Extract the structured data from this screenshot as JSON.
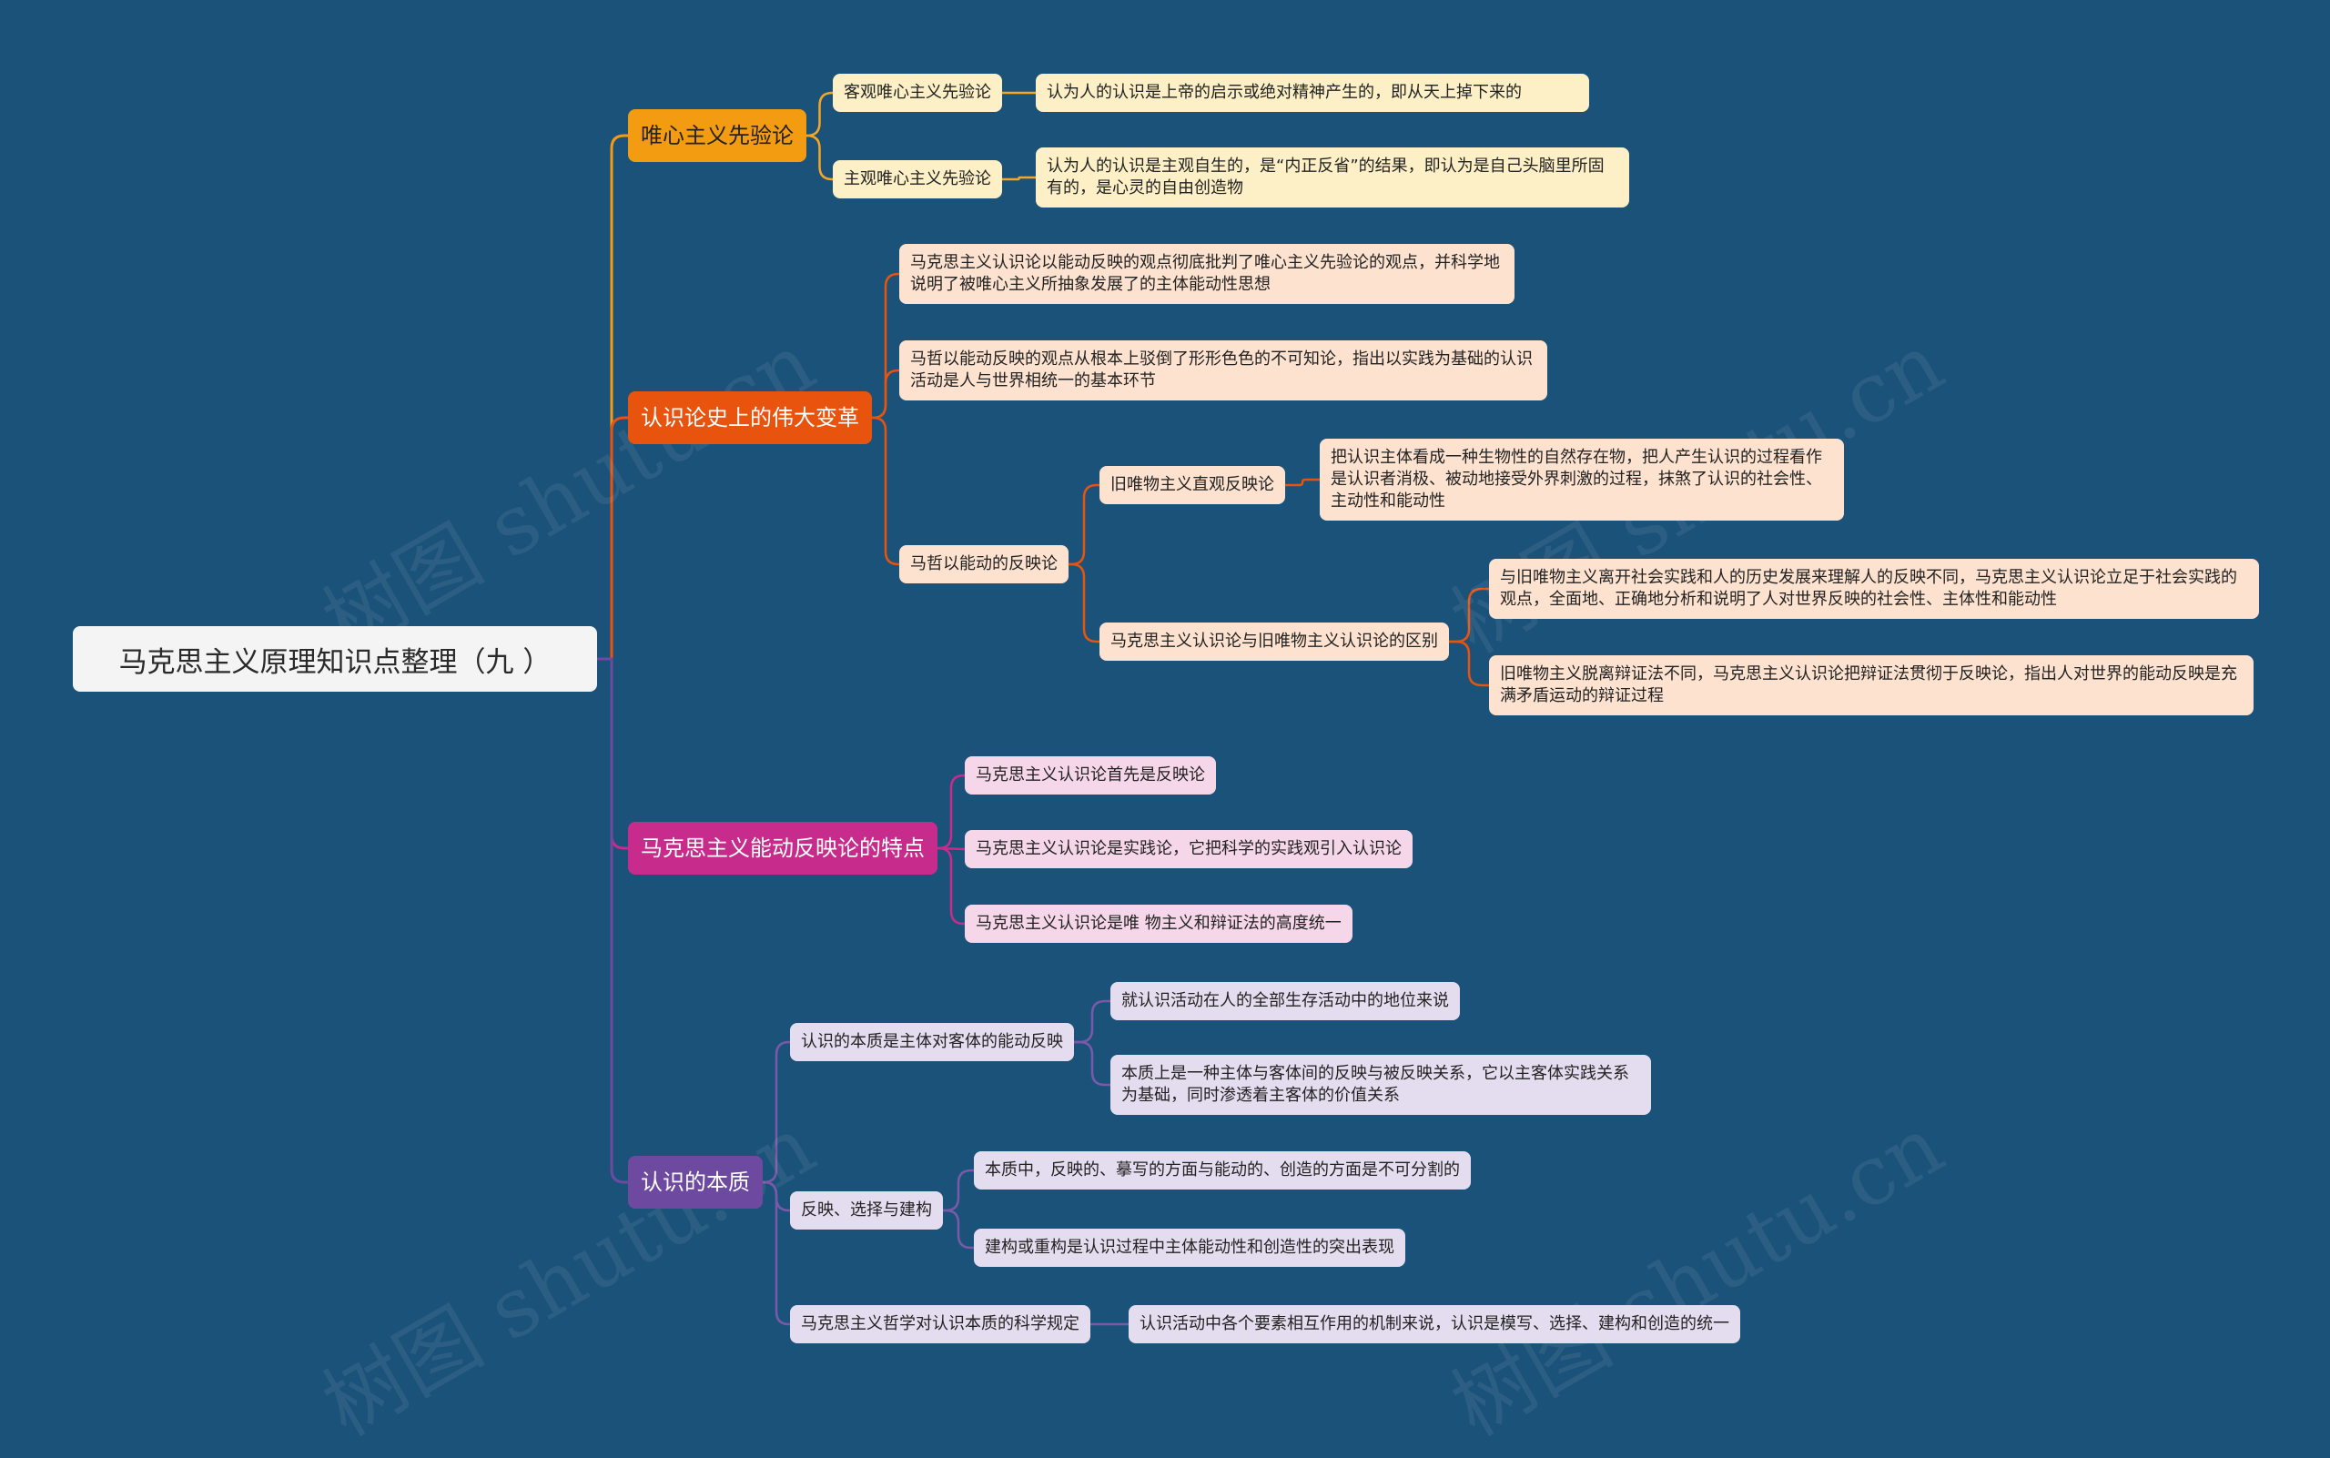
{
  "root": {
    "label": "马克思主义原理知识点整理（九 ）"
  },
  "branches": {
    "b1": {
      "label": "唯心主义先验论",
      "items": [
        {
          "label": "客观唯心主义先验论",
          "detail": "认为人的认识是上帝的启示或绝对精神产生的，即从天上掉下来的"
        },
        {
          "label": "主观唯心主义先验论",
          "detail": "认为人的认识是主观自生的，是“内正反省”的结果，即认为是自己头脑里所固有的，是心灵的自由创造物"
        }
      ]
    },
    "b2": {
      "label": "认识论史上的伟大变革",
      "items": [
        {
          "label": "马克思主义认识论以能动反映的观点彻底批判了唯心主义先验论的观点，并科学地说明了被唯心主义所抽象发展了的主体能动性思想"
        },
        {
          "label": "马哲以能动反映的观点从根本上驳倒了形形色色的不可知论，指出以实践为基础的认识活动是人与世界相统一的基本环节"
        },
        {
          "label": "马哲以能动的反映论",
          "children": [
            {
              "label": "旧唯物主义直观反映论",
              "detail": "把认识主体看成一种生物性的自然存在物，把人产生认识的过程看作是认识者消极、被动地接受外界刺激的过程，抹煞了认识的社会性、主动性和能动性"
            },
            {
              "label": "马克思主义认识论与旧唯物主义认识论的区别",
              "details": [
                "与旧唯物主义离开社会实践和人的历史发展来理解人的反映不同，马克思主义认识论立足于社会实践的观点，全面地、正确地分析和说明了人对世界反映的社会性、主体性和能动性",
                "旧唯物主义脱离辩证法不同，马克思主义认识论把辩证法贯彻于反映论，指出人对世界的能动反映是充满矛盾运动的辩证过程"
              ]
            }
          ]
        }
      ]
    },
    "b3": {
      "label": "马克思主义能动反映论的特点",
      "items": [
        {
          "label": "马克思主义认识论首先是反映论"
        },
        {
          "label": "马克思主义认识论是实践论，它把科学的实践观引入认识论"
        },
        {
          "label": "马克思主义认识论是唯 物主义和辩证法的高度统一"
        }
      ]
    },
    "b4": {
      "label": "认识的本质",
      "items": [
        {
          "label": "认识的本质是主体对客体的能动反映",
          "details": [
            "就认识活动在人的全部生存活动中的地位来说",
            "本质上是一种主体与客体间的反映与被反映关系，它以主客体实践关系为基础，同时渗透着主客体的价值关系"
          ]
        },
        {
          "label": "反映、选择与建构",
          "details": [
            "本质中，反映的、摹写的方面与能动的、创造的方面是不可分割的",
            "建构或重构是认识过程中主体能动性和创造性的突出表现"
          ]
        },
        {
          "label": "马克思主义哲学对认识本质的科学规定",
          "details": [
            "认识活动中各个要素相互作用的机制来说，认识是模写、选择、建构和创造的统一"
          ]
        }
      ]
    }
  },
  "watermark": "树图 shutu.cn",
  "colors": {
    "background": "#1b5279",
    "orange": "#f39c12",
    "red": "#e8530e",
    "pink": "#c72b8c",
    "purple": "#6d4aa0"
  }
}
